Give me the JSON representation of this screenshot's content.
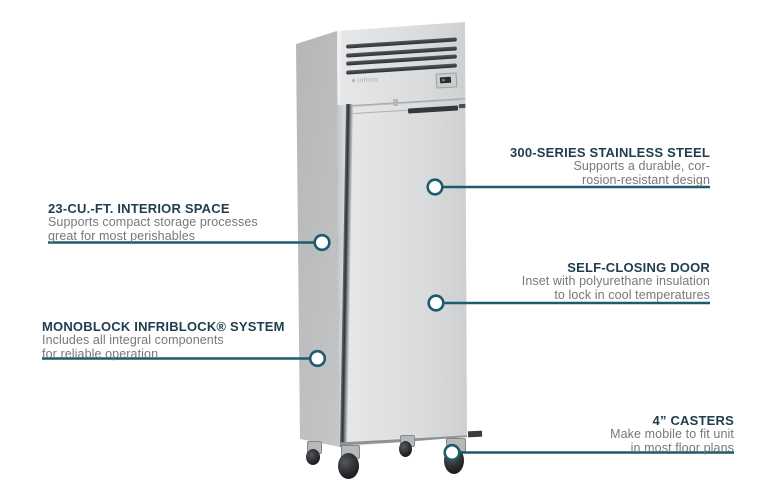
{
  "image_type": "product-feature-callout",
  "brand": {
    "logo_text": "infrico"
  },
  "colors": {
    "callout_accent": "#1d5b6d",
    "title_text": "#1f3e4d",
    "subtitle_text": "#77787b"
  },
  "callouts": [
    {
      "id": "interior-space",
      "side": "left",
      "title": "23-CU.-FT. INTERIOR SPACE",
      "line1": "Supports compact storage processes",
      "line2": "great for most perishables"
    },
    {
      "id": "monoblock-system",
      "side": "left",
      "title": "MONOBLOCK INFRIBLOCK® SYSTEM",
      "line1": "Includes all integral components",
      "line2": "for reliable operation"
    },
    {
      "id": "stainless-steel",
      "side": "right",
      "title": "300-SERIES STAINLESS STEEL",
      "line1": "Supports a durable, cor-",
      "line2": "rosion-resistant design"
    },
    {
      "id": "self-closing-door",
      "side": "right",
      "title": "SELF-CLOSING DOOR",
      "line1": "Inset with polyurethane insulation",
      "line2": "to lock in cool temperatures"
    },
    {
      "id": "casters",
      "side": "right",
      "title": "4” CASTERS",
      "line1": "Make mobile to fit unit",
      "line2": "in most floor plans"
    }
  ]
}
